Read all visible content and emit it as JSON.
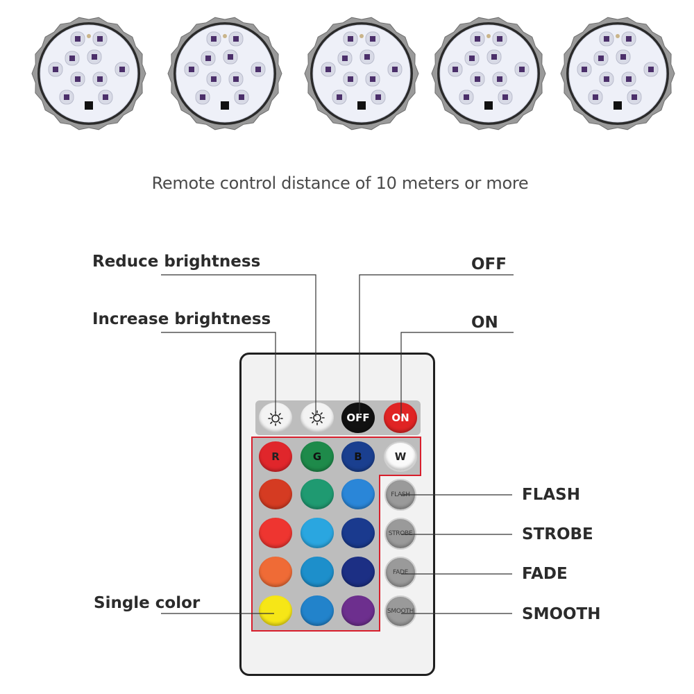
{
  "caption": "Remote control distance of 10 meters or more",
  "labels": {
    "reduce_brightness": "Reduce brightness",
    "increase_brightness": "Increase brightness",
    "off": "OFF",
    "on": "ON",
    "flash": "FLASH",
    "strobe": "STROBE",
    "fade": "FADE",
    "smooth": "SMOOTH",
    "single_color": "Single color"
  },
  "remote": {
    "power_buttons": {
      "off": "OFF",
      "on": "ON"
    },
    "rgbw_buttons": {
      "r": "R",
      "g": "G",
      "b": "B",
      "w": "W"
    },
    "mode_buttons": {
      "flash": "FLASH",
      "strobe": "STROBE",
      "fade": "FADE",
      "smooth": "SMOOTH"
    }
  },
  "colors": {
    "accent_frame": "#d81e2c",
    "red": "#e0262b",
    "green": "#1e8a4a",
    "blue": "#1a3f8f",
    "off_button": "#111111",
    "on_button": "#e02424",
    "color_grid": [
      [
        "#d53b22",
        "#1f9a71",
        "#2a86d8"
      ],
      [
        "#ee3530",
        "#2aa6e0",
        "#1a3a8e"
      ],
      [
        "#ef6b36",
        "#1d8fcb",
        "#1c2f84"
      ],
      [
        "#f6e617",
        "#2283cb",
        "#6d2f8e"
      ]
    ]
  },
  "icons": [
    "led-light-icon",
    "sun-minus-icon",
    "sun-plus-icon"
  ]
}
